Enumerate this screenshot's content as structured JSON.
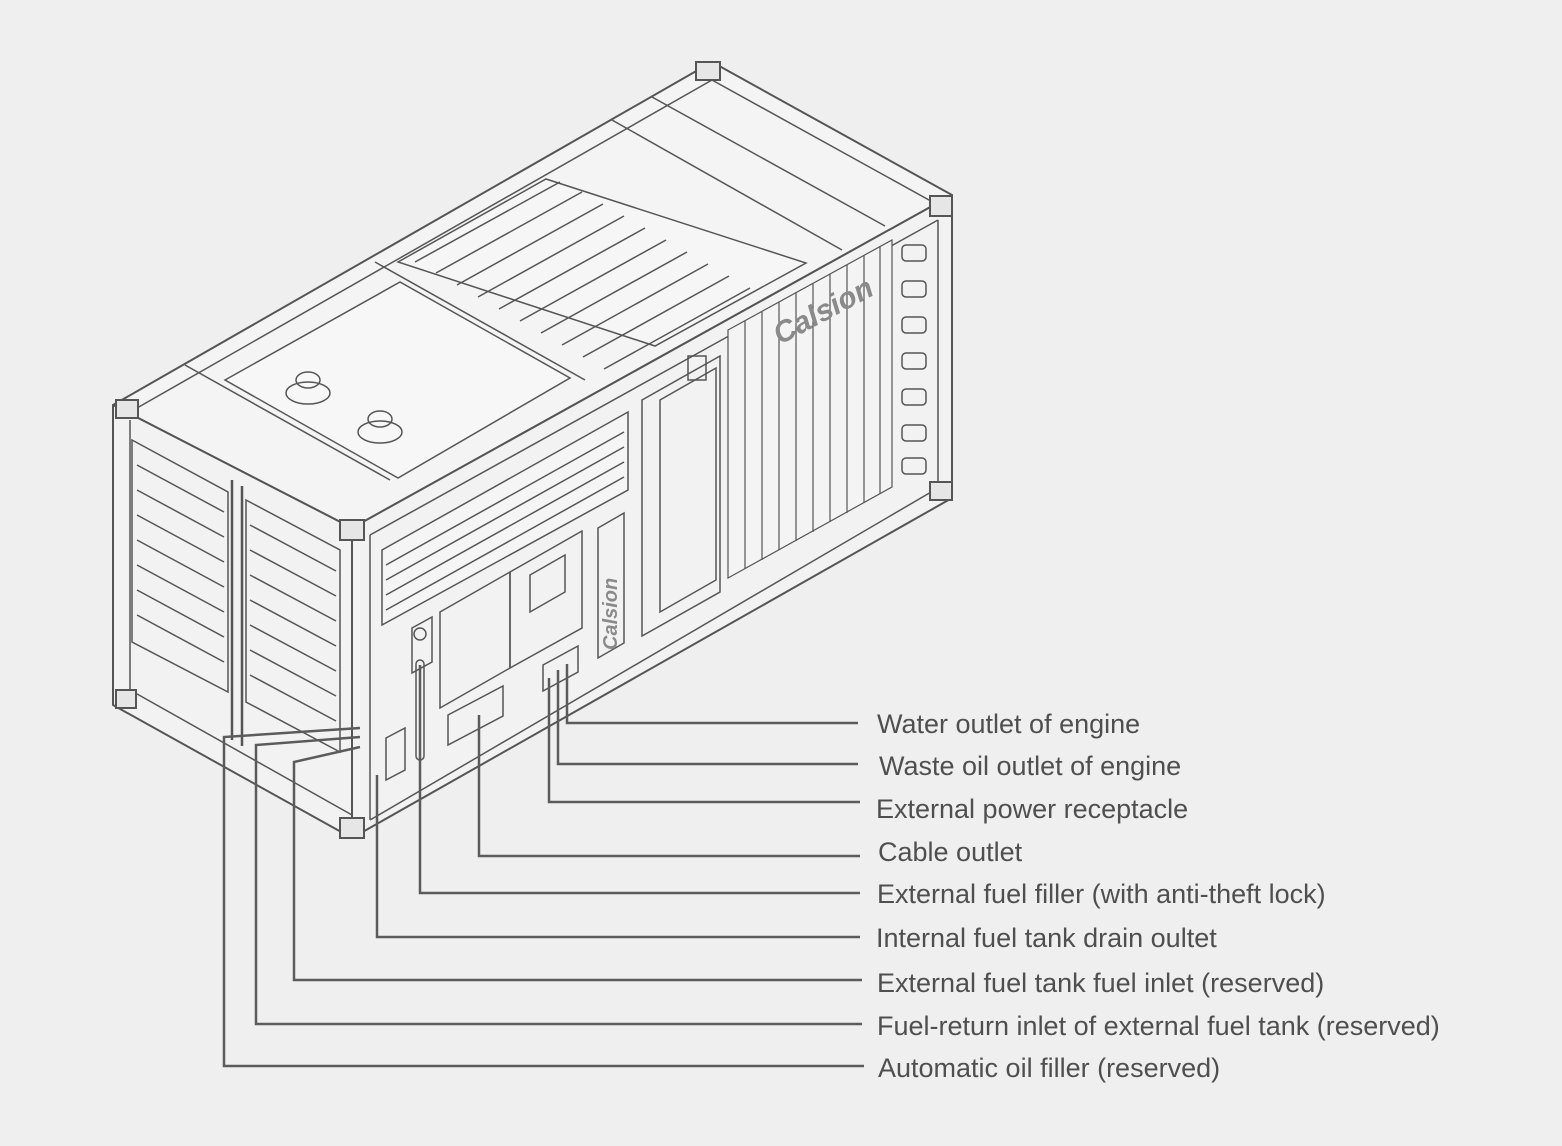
{
  "brand": {
    "logo_text": "Calsion"
  },
  "callouts": [
    {
      "id": "water-outlet",
      "label": "Water outlet of engine"
    },
    {
      "id": "waste-oil-outlet",
      "label": "Waste oil outlet of engine"
    },
    {
      "id": "external-power-receptacle",
      "label": "External power receptacle"
    },
    {
      "id": "cable-outlet",
      "label": "Cable outlet"
    },
    {
      "id": "external-fuel-filler",
      "label": "External fuel filler (with anti-theft lock)"
    },
    {
      "id": "internal-fuel-drain",
      "label": "Internal fuel tank drain oultet"
    },
    {
      "id": "external-fuel-inlet",
      "label": "External fuel tank fuel inlet (reserved)"
    },
    {
      "id": "fuel-return-inlet",
      "label": "Fuel-return inlet of external fuel tank (reserved)"
    },
    {
      "id": "automatic-oil-filler",
      "label": "Automatic oil filler (reserved)"
    }
  ]
}
